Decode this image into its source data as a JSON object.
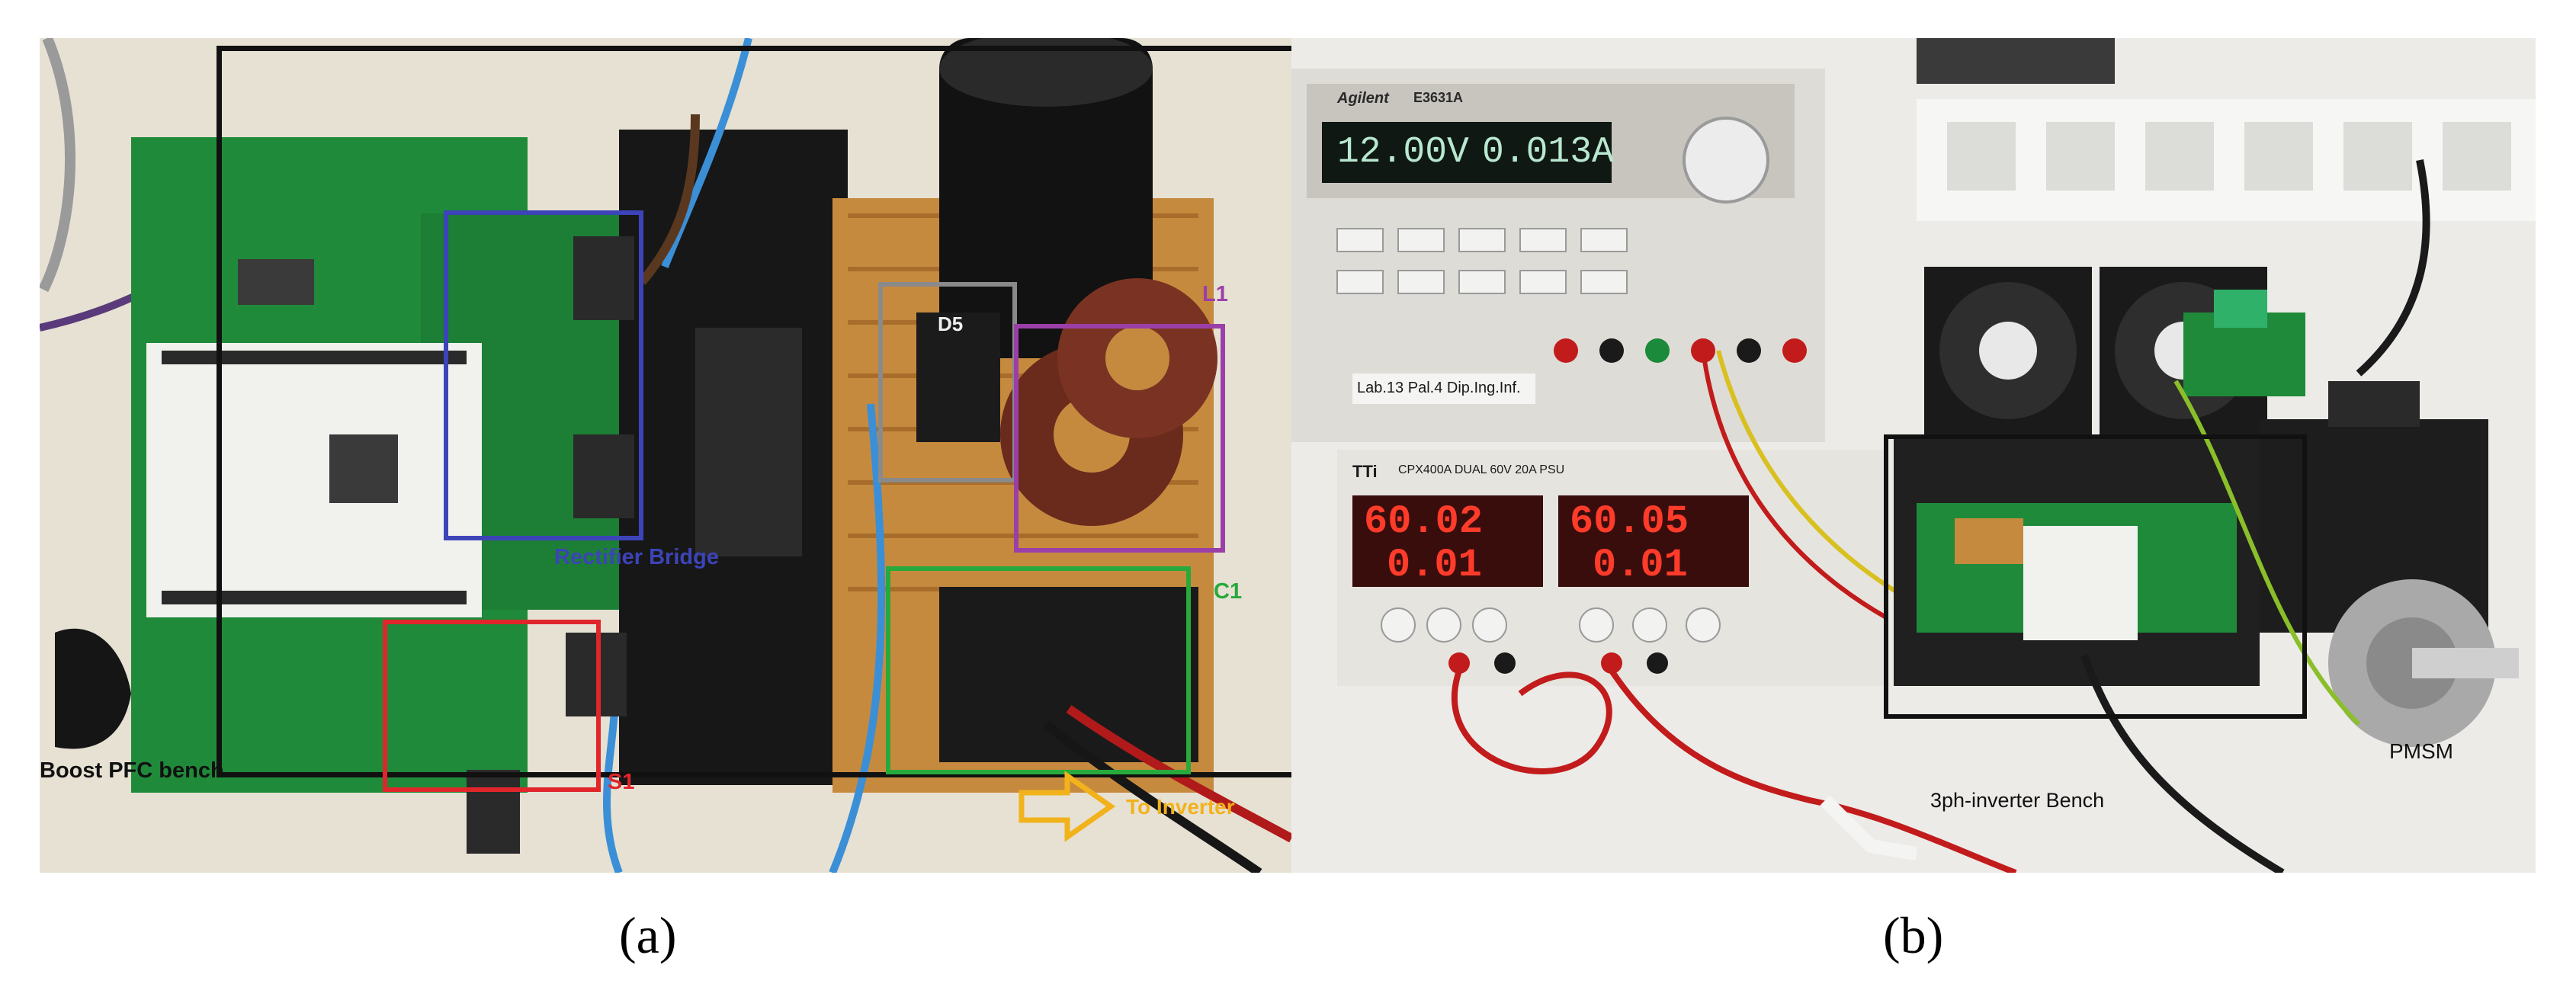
{
  "panels": [
    {
      "id": "a",
      "caption": "(a)",
      "annotations": {
        "board": "Boost PFC bench",
        "rectifier": "Rectifier Bridge",
        "diode": "D5",
        "inductor": "L1",
        "capacitor": "C1",
        "switch": "S1",
        "output": "To Inverter"
      }
    },
    {
      "id": "b",
      "caption": "(b)",
      "annotations": {
        "inverter": "3ph-inverter Bench",
        "motor": "PMSM"
      },
      "instruments": {
        "agilent_brand": "Agilent",
        "agilent_model": "E3631A",
        "agilent_voltage": "12.00V",
        "agilent_current": "0.013A",
        "agilent_label": "Lab.13 Pal.4 Dip.Ing.Inf.",
        "tti_brand": "TTi",
        "tti_model": "CPX400A DUAL 60V 20A PSU",
        "tti_ch1_voltage": "60.02",
        "tti_ch1_current": "0.01",
        "tti_ch2_voltage": "60.05",
        "tti_ch2_current": "0.01"
      }
    }
  ],
  "colors": {
    "black_box": "#111111",
    "rectifier_box": "#3c44b8",
    "diode_box": "#8a8a8a",
    "inductor_box": "#9b3fa8",
    "capacitor_box": "#27a93c",
    "switch_box": "#e0262b",
    "arrow": "#f2b21c",
    "display_red": "#ff3b2a",
    "display_lcd": "#b8e8d0"
  }
}
